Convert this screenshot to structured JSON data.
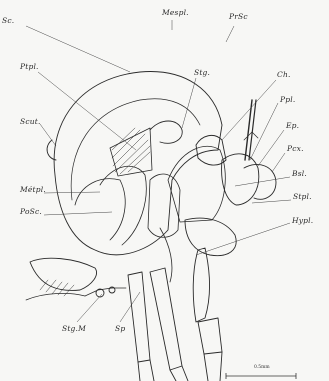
{
  "labels": {
    "sc": "Sc.",
    "mespl": "Mespl.",
    "prsc": "PrSc",
    "ptpl": "Ptpl.",
    "stg": "Stg.",
    "ch": "Ch.",
    "ppl": "Ppl.",
    "scut": "Scut.",
    "ep": "Ep.",
    "pcx": "Pcx.",
    "metpl": "Métpl.",
    "posc": "PoSc.",
    "bsl": "Bsl.",
    "stpl": "Stpl.",
    "hypl": "Hypl.",
    "stgm": "Stg.M",
    "sp": "Sp"
  },
  "scale_bar": {
    "label": "0.5mm"
  },
  "colors": {
    "ink": "#2a2a2a",
    "paper": "#f7f7f5"
  }
}
